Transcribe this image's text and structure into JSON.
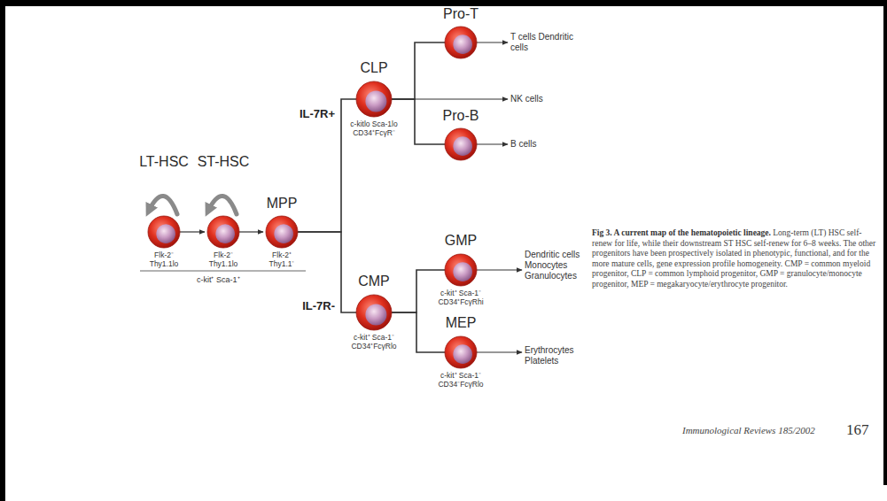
{
  "diagram": {
    "title": "Fig 3. A current map of the hematopoietic lineage.",
    "caption": "Long-term (LT) HSC self-renew for life, while their downstream ST HSC self-renew for 6–8 weeks. The other progenitors have been prospectively isolated in phenotypic, functional, and for the more mature cells, gene expression profile homogeneity. CMP = common myeloid progenitor, CLP = common lymphoid progenitor, GMP = granulocyte/monocyte progenitor, MEP = megakaryocyte/erythrocyte progenitor.",
    "nodes": [
      {
        "text": [
          "LT-HSC",
          "Flk-2⁻ Thy1.1lo"
        ]
      },
      {
        "text": [
          "ST-HSC",
          "Flk-2⁻ Thy1.1lo"
        ]
      },
      {
        "text": [
          "MPP",
          "Flk-2⁺ Thy1.1⁻"
        ]
      },
      {
        "text": [
          "CLP",
          "c-kitlo Sca-1lo CD34⁺FcγR⁻"
        ]
      },
      {
        "text": [
          "Pro-T"
        ]
      },
      {
        "text": [
          "T cells Dendritic cells"
        ]
      },
      {
        "text": [
          "NK cells"
        ]
      },
      {
        "text": [
          "Pro-B"
        ]
      },
      {
        "text": [
          "B cells"
        ]
      },
      {
        "text": [
          "CMP",
          "c-kit⁺ Sca-1⁻ CD34⁺FcγRlo"
        ]
      },
      {
        "text": [
          "GMP",
          "c-kit⁺ Sca-1⁻ CD34⁺FcγRhi"
        ]
      },
      {
        "text": [
          "Dendritic cells Monocytes Granulocytes"
        ]
      },
      {
        "text": [
          "MEP",
          "c-kit⁺ Sca-1⁻ CD34⁻FcγRlo"
        ]
      },
      {
        "text": [
          "Erythrocytes Platelets"
        ]
      }
    ],
    "edges": [
      {
        "from": 0,
        "to": 1,
        "arrow": "to"
      },
      {
        "from": 1,
        "to": 2,
        "arrow": "to"
      },
      {
        "from": 2,
        "to": 3,
        "arrow": "none"
      },
      {
        "from": 2,
        "to": 9,
        "arrow": "none"
      },
      {
        "from": 3,
        "to": 4,
        "arrow": "none"
      },
      {
        "from": 3,
        "to": 6,
        "arrow": "to"
      },
      {
        "from": 3,
        "to": 7,
        "arrow": "none"
      },
      {
        "from": 4,
        "to": 5,
        "arrow": "to"
      },
      {
        "from": 7,
        "to": 8,
        "arrow": "to"
      },
      {
        "from": 9,
        "to": 10,
        "arrow": "none"
      },
      {
        "from": 9,
        "to": 12,
        "arrow": "none"
      },
      {
        "from": 10,
        "to": 11,
        "arrow": "to"
      },
      {
        "from": 12,
        "to": 13,
        "arrow": "to"
      }
    ],
    "labels": [
      "IL-7R+",
      "IL-7R-",
      "c-kit⁺ Sca-1⁺",
      "Immunological Reviews 185/2002",
      "167"
    ]
  }
}
